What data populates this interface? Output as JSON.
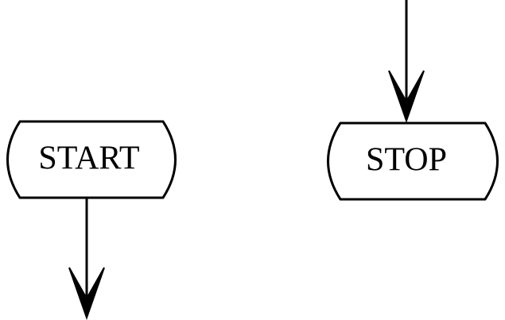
{
  "diagram": {
    "nodes": [
      {
        "id": "start",
        "shape": "terminator",
        "label": "START"
      },
      {
        "id": "stop",
        "shape": "terminator",
        "label": "STOP"
      }
    ],
    "connectors": [
      {
        "id": "start-out",
        "from": "start",
        "direction": "down"
      },
      {
        "id": "stop-in",
        "to": "stop",
        "direction": "down"
      }
    ],
    "colors": {
      "stroke": "#000000",
      "background": "#ffffff"
    }
  }
}
